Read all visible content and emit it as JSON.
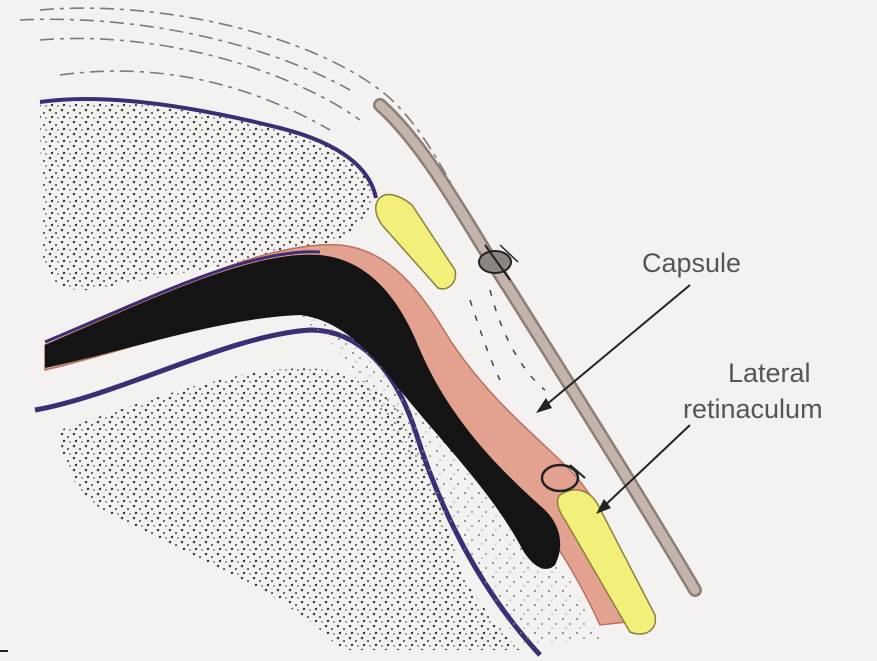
{
  "labels": {
    "capsule": "Capsule",
    "lateral_line1": "Lateral",
    "lateral_line2": "retinaculum"
  },
  "colors": {
    "background": "#f4f2f1",
    "ligament_dark": "#141414",
    "capsule_pink": "#e3a290",
    "retinaculum_yellow": "#f2f07a",
    "outline_purple": "#3e2d74",
    "skin_band": "#c4b5ac",
    "label_text": "#555555"
  }
}
